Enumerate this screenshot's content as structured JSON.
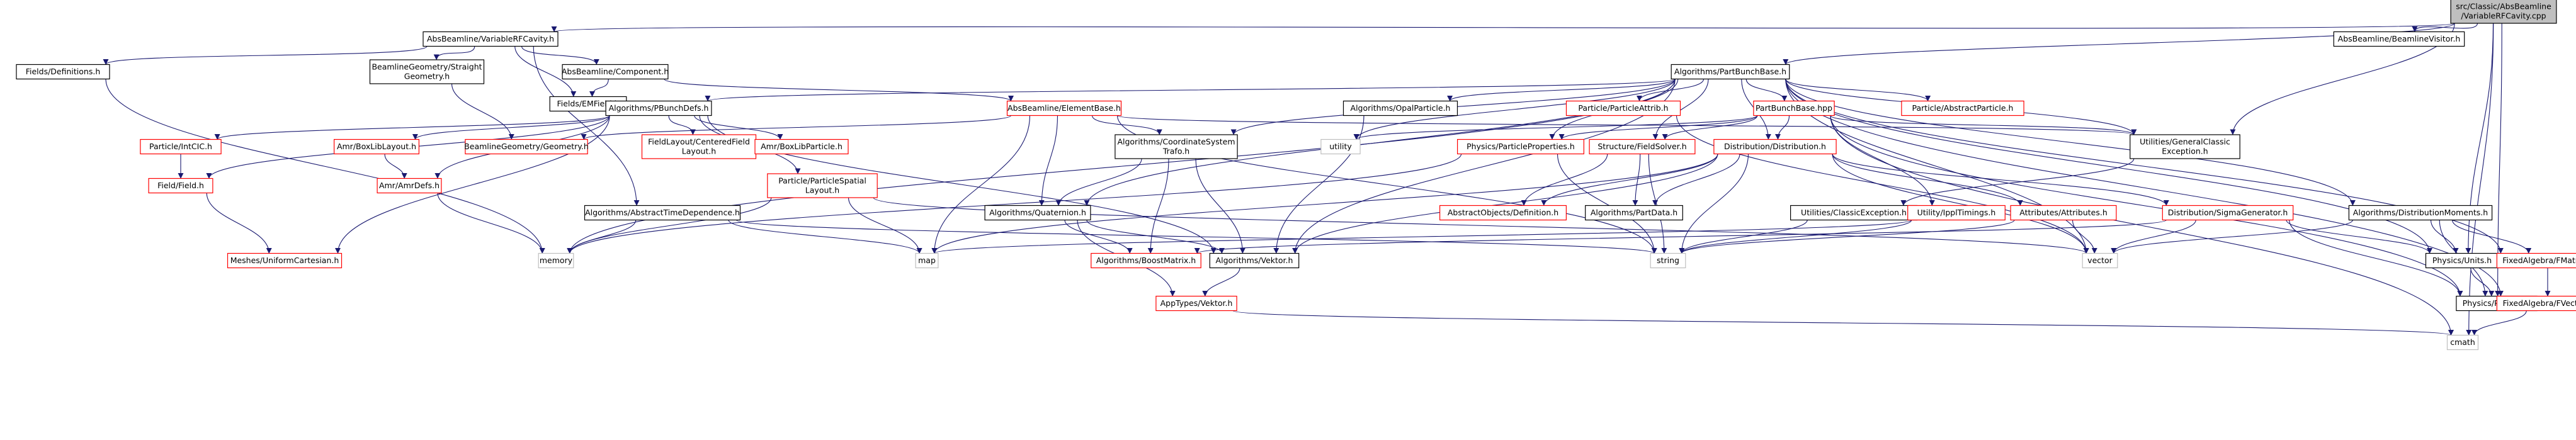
{
  "colors": {
    "edge": "#191970",
    "root_fill": "#bfbfbf",
    "node_fill": "#ffffff",
    "node_border_black": "#000000",
    "node_border_red": "#ff0000",
    "ghost_border": "#bfbfbf"
  },
  "nodes": [
    {
      "id": "root",
      "label": [
        "src/Classic/AbsBeamline",
        "/VariableRFCavity.cpp"
      ],
      "style": "root"
    },
    {
      "id": "absvrf",
      "label": [
        "AbsBeamline/VariableRFCavity.h"
      ],
      "style": "black"
    },
    {
      "id": "absvis",
      "label": [
        "AbsBeamline/BeamlineVisitor.h"
      ],
      "style": "black"
    },
    {
      "id": "fielddef",
      "label": [
        "Fields/Definitions.h"
      ],
      "style": "black"
    },
    {
      "id": "bgstraight",
      "label": [
        "BeamlineGeometry/Straight",
        "Geometry.h"
      ],
      "style": "black"
    },
    {
      "id": "abscomp",
      "label": [
        "AbsBeamline/Component.h"
      ],
      "style": "black"
    },
    {
      "id": "algpbb",
      "label": [
        "Algorithms/PartBunchBase.h"
      ],
      "style": "black"
    },
    {
      "id": "emfield",
      "label": [
        "Fields/EMField.h"
      ],
      "style": "black"
    },
    {
      "id": "pbdefs",
      "label": [
        "Algorithms/PBunchDefs.h"
      ],
      "style": "black"
    },
    {
      "id": "elembase",
      "label": [
        "AbsBeamline/ElementBase.h"
      ],
      "style": "red"
    },
    {
      "id": "opalpart",
      "label": [
        "Algorithms/OpalParticle.h"
      ],
      "style": "black"
    },
    {
      "id": "partattrib",
      "label": [
        "Particle/ParticleAttrib.h"
      ],
      "style": "red"
    },
    {
      "id": "pbbhpp",
      "label": [
        "PartBunchBase.hpp"
      ],
      "style": "red"
    },
    {
      "id": "abspart",
      "label": [
        "Particle/AbstractParticle.h"
      ],
      "style": "red"
    },
    {
      "id": "partintcic",
      "label": [
        "Particle/IntCIC.h"
      ],
      "style": "red"
    },
    {
      "id": "boxlib",
      "label": [
        "Amr/BoxLibLayout.h"
      ],
      "style": "red"
    },
    {
      "id": "bggeom",
      "label": [
        "BeamlineGeometry/Geometry.h"
      ],
      "style": "red"
    },
    {
      "id": "fieldlayout",
      "label": [
        "FieldLayout/CenteredField",
        "Layout.h"
      ],
      "style": "red"
    },
    {
      "id": "boxlibpart",
      "label": [
        "Amr/BoxLibParticle.h"
      ],
      "style": "red"
    },
    {
      "id": "coordsys",
      "label": [
        "Algorithms/CoordinateSystem",
        "Trafo.h"
      ],
      "style": "black"
    },
    {
      "id": "utility",
      "label": [
        "utility"
      ],
      "style": "ghost"
    },
    {
      "id": "physprops",
      "label": [
        "Physics/ParticleProperties.h"
      ],
      "style": "red"
    },
    {
      "id": "sfsolver",
      "label": [
        "Structure/FieldSolver.h"
      ],
      "style": "red"
    },
    {
      "id": "distrib",
      "label": [
        "Distribution/Distribution.h"
      ],
      "style": "red"
    },
    {
      "id": "genexc",
      "label": [
        "Utilities/GeneralClassic",
        "Exception.h"
      ],
      "style": "black"
    },
    {
      "id": "fieldfield",
      "label": [
        "Field/Field.h"
      ],
      "style": "red"
    },
    {
      "id": "amrdefs",
      "label": [
        "Amr/AmrDefs.h"
      ],
      "style": "red"
    },
    {
      "id": "partspatial",
      "label": [
        "Particle/ParticleSpatial",
        "Layout.h"
      ],
      "style": "red"
    },
    {
      "id": "abstimedep",
      "label": [
        "Algorithms/AbstractTimeDependence.h"
      ],
      "style": "black"
    },
    {
      "id": "quaternion",
      "label": [
        "Algorithms/Quaternion.h"
      ],
      "style": "black"
    },
    {
      "id": "absobj",
      "label": [
        "AbstractObjects/Definition.h"
      ],
      "style": "red"
    },
    {
      "id": "partdata",
      "label": [
        "Algorithms/PartData.h"
      ],
      "style": "black"
    },
    {
      "id": "classexc",
      "label": [
        "Utilities/ClassicException.h"
      ],
      "style": "black"
    },
    {
      "id": "ippltimings",
      "label": [
        "Utility/IpplTimings.h"
      ],
      "style": "red"
    },
    {
      "id": "attributes",
      "label": [
        "Attributes/Attributes.h"
      ],
      "style": "red"
    },
    {
      "id": "sigmagen",
      "label": [
        "Distribution/SigmaGenerator.h"
      ],
      "style": "red"
    },
    {
      "id": "distmoments",
      "label": [
        "Algorithms/DistributionMoments.h"
      ],
      "style": "black"
    },
    {
      "id": "meshes",
      "label": [
        "Meshes/UniformCartesian.h"
      ],
      "style": "red"
    },
    {
      "id": "memory",
      "label": [
        "memory"
      ],
      "style": "ghost"
    },
    {
      "id": "map",
      "label": [
        "map"
      ],
      "style": "ghost"
    },
    {
      "id": "boostmatrix",
      "label": [
        "Algorithms/BoostMatrix.h"
      ],
      "style": "red"
    },
    {
      "id": "vektor",
      "label": [
        "Algorithms/Vektor.h"
      ],
      "style": "black"
    },
    {
      "id": "string",
      "label": [
        "string"
      ],
      "style": "ghost"
    },
    {
      "id": "vector",
      "label": [
        "vector"
      ],
      "style": "ghost"
    },
    {
      "id": "physunits",
      "label": [
        "Physics/Units.h"
      ],
      "style": "black"
    },
    {
      "id": "fmatrix",
      "label": [
        "FixedAlgebra/FMatrix.h"
      ],
      "style": "red"
    },
    {
      "id": "apptypes",
      "label": [
        "AppTypes/Vektor.h"
      ],
      "style": "red"
    },
    {
      "id": "physics",
      "label": [
        "Physics/Physics.h"
      ],
      "style": "black"
    },
    {
      "id": "fvector",
      "label": [
        "FixedAlgebra/FVector.h"
      ],
      "style": "red"
    },
    {
      "id": "cmath",
      "label": [
        "cmath"
      ],
      "style": "ghost"
    }
  ],
  "edges": [
    [
      "root",
      "absvrf"
    ],
    [
      "root",
      "absvis"
    ],
    [
      "root",
      "algpbb"
    ],
    [
      "root",
      "genexc"
    ],
    [
      "root",
      "physunits"
    ],
    [
      "root",
      "physics"
    ],
    [
      "root",
      "cmath"
    ],
    [
      "absvrf",
      "fielddef"
    ],
    [
      "absvrf",
      "bgstraight"
    ],
    [
      "absvrf",
      "abscomp"
    ],
    [
      "absvrf",
      "emfield"
    ],
    [
      "absvrf",
      "abstimedep"
    ],
    [
      "fielddef",
      "memory"
    ],
    [
      "bgstraight",
      "bggeom"
    ],
    [
      "abscomp",
      "emfield"
    ],
    [
      "abscomp",
      "elembase"
    ],
    [
      "algpbb",
      "pbdefs"
    ],
    [
      "algpbb",
      "opalpart"
    ],
    [
      "algpbb",
      "partattrib"
    ],
    [
      "algpbb",
      "pbbhpp"
    ],
    [
      "algpbb",
      "abspart"
    ],
    [
      "algpbb",
      "coordsys"
    ],
    [
      "algpbb",
      "utility"
    ],
    [
      "algpbb",
      "physprops"
    ],
    [
      "algpbb",
      "sfsolver"
    ],
    [
      "algpbb",
      "distrib"
    ],
    [
      "algpbb",
      "genexc"
    ],
    [
      "algpbb",
      "quaternion"
    ],
    [
      "algpbb",
      "distmoments"
    ],
    [
      "algpbb",
      "vektor"
    ],
    [
      "algpbb",
      "memory"
    ],
    [
      "algpbb",
      "vector"
    ],
    [
      "algpbb",
      "physunits"
    ],
    [
      "algpbb",
      "fmatrix"
    ],
    [
      "algpbb",
      "fvector"
    ],
    [
      "pbdefs",
      "partintcic"
    ],
    [
      "pbdefs",
      "boxlib"
    ],
    [
      "pbdefs",
      "fieldlayout"
    ],
    [
      "pbdefs",
      "boxlibpart"
    ],
    [
      "pbdefs",
      "fieldfield"
    ],
    [
      "pbdefs",
      "amrdefs"
    ],
    [
      "pbdefs",
      "partspatial"
    ],
    [
      "pbdefs",
      "meshes"
    ],
    [
      "pbdefs",
      "vektor"
    ],
    [
      "elembase",
      "bggeom"
    ],
    [
      "elembase",
      "coordsys"
    ],
    [
      "elembase",
      "genexc"
    ],
    [
      "elembase",
      "quaternion"
    ],
    [
      "elembase",
      "map"
    ],
    [
      "elembase",
      "string"
    ],
    [
      "opalpart",
      "vektor"
    ],
    [
      "partattrib",
      "vector"
    ],
    [
      "pbbhpp",
      "utility"
    ],
    [
      "pbbhpp",
      "physprops"
    ],
    [
      "pbbhpp",
      "sfsolver"
    ],
    [
      "pbbhpp",
      "distrib"
    ],
    [
      "pbbhpp",
      "genexc"
    ],
    [
      "pbbhpp",
      "ippltimings"
    ],
    [
      "pbbhpp",
      "physics"
    ],
    [
      "pbbhpp",
      "cmath"
    ],
    [
      "partintcic",
      "fieldfield"
    ],
    [
      "boxlib",
      "amrdefs"
    ],
    [
      "fieldfield",
      "meshes"
    ],
    [
      "amrdefs",
      "memory"
    ],
    [
      "partspatial",
      "memory"
    ],
    [
      "partspatial",
      "map"
    ],
    [
      "partspatial",
      "vector"
    ],
    [
      "coordsys",
      "quaternion"
    ],
    [
      "coordsys",
      "boostmatrix"
    ],
    [
      "coordsys",
      "vektor"
    ],
    [
      "physprops",
      "memory"
    ],
    [
      "physprops",
      "string"
    ],
    [
      "sfsolver",
      "absobj"
    ],
    [
      "sfsolver",
      "partdata"
    ],
    [
      "sfsolver",
      "string"
    ],
    [
      "distrib",
      "absobj"
    ],
    [
      "distrib",
      "partdata"
    ],
    [
      "distrib",
      "attributes"
    ],
    [
      "distrib",
      "sigmagen"
    ],
    [
      "distrib",
      "string"
    ],
    [
      "distrib",
      "vector"
    ],
    [
      "distrib",
      "map"
    ],
    [
      "distrib",
      "vektor"
    ],
    [
      "genexc",
      "classexc"
    ],
    [
      "classexc",
      "string"
    ],
    [
      "abstimedep",
      "memory"
    ],
    [
      "abstimedep",
      "map"
    ],
    [
      "abstimedep",
      "string"
    ],
    [
      "quaternion",
      "boostmatrix"
    ],
    [
      "quaternion",
      "vektor"
    ],
    [
      "quaternion",
      "apptypes"
    ],
    [
      "ippltimings",
      "map"
    ],
    [
      "ippltimings",
      "string"
    ],
    [
      "attributes",
      "string"
    ],
    [
      "attributes",
      "vector"
    ],
    [
      "sigmagen",
      "boostmatrix"
    ],
    [
      "sigmagen",
      "vector"
    ],
    [
      "sigmagen",
      "physunits"
    ],
    [
      "sigmagen",
      "physics"
    ],
    [
      "distmoments",
      "vector"
    ],
    [
      "distmoments",
      "physunits"
    ],
    [
      "distmoments",
      "physics"
    ],
    [
      "distmoments",
      "fmatrix"
    ],
    [
      "vektor",
      "apptypes"
    ],
    [
      "apptypes",
      "cmath"
    ],
    [
      "physunits",
      "physics"
    ],
    [
      "fmatrix",
      "fvector"
    ],
    [
      "fvector",
      "cmath"
    ]
  ]
}
